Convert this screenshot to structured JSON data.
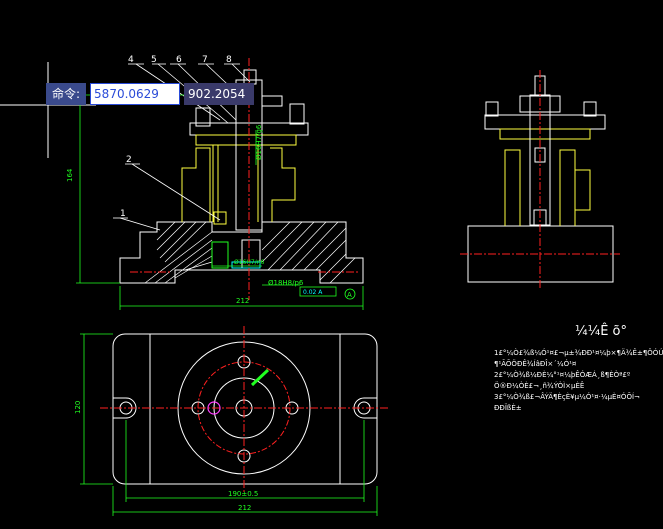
{
  "command": {
    "label": "命令:",
    "x_value": "5870.0629",
    "y_value": "902.2054"
  },
  "labels": {
    "balloon_1": "1",
    "balloon_2": "2",
    "balloon_4": "4",
    "balloon_5": "5",
    "balloon_6": "6",
    "balloon_7": "7",
    "balloon_8": "8",
    "dim_height": "164",
    "dim_width_top": "212",
    "dim_width_bottom": "212",
    "dim_190": "190±0.5",
    "dim_120": "120",
    "fit_upper": "Ø16H7/g6",
    "fit_lower": "Ø18H8/p6",
    "fit_lower_left": "Ø16H7/n6",
    "tol_box": "0.02 A",
    "datum": "A"
  },
  "notes": {
    "title": "¼¼Ê õ°",
    "line1": "1£°¼Ò£¾ß¼Ó¹¤£¬µ±¾ÐÐ¹¤¼þ×¶Ä¾Ê±¶ÔÓÚ",
    "line2": "¶¹ÃÕÖÐÊ¾ÍâÐÎ×´¼Ó¹¤",
    "line3": "2£°¼Ò¾ß¼ÐÈ¼°¹¤¼þÊÓÆÁ¸ß¶ÈÒª£º",
    "line4": "Ö®Ð¼ÒÈ£¬¸ñ¾ÝÒÌ×µÈÊ",
    "line5": "3£°¼Ò¾ß£¬ÂÝÄ¶ÈçÈ¥µ¼Ó¹¤·¼µÈ¤ÓÕÍ¬",
    "line6": "ÐÐÏßÈ±"
  },
  "colors": {
    "background": "#000000",
    "outline": "#ffffff",
    "centerline": "#ff2020",
    "dimension": "#20ff20",
    "part_yellow": "#ffff40",
    "leader": "#ffffff",
    "hatch": "#ffffff",
    "highlight_cyan": "#00ffff",
    "magenta": "#ff40ff"
  }
}
